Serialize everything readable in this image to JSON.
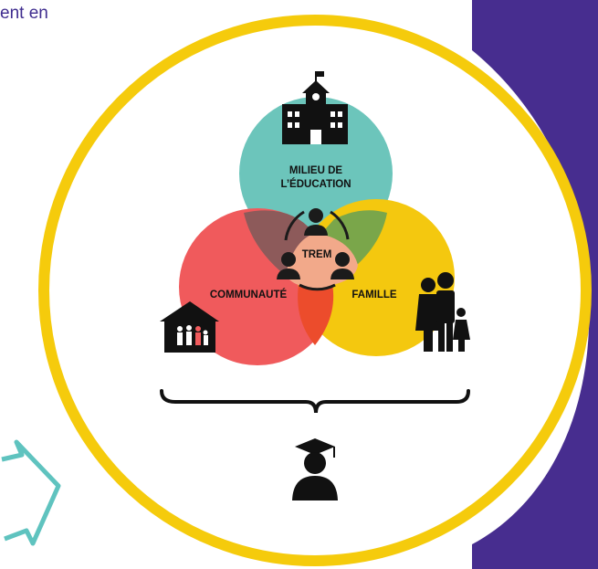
{
  "header": {
    "text": "ent en"
  },
  "diagram": {
    "labels": {
      "education": [
        "MILIEU DE",
        "L’ÉDUCATION"
      ],
      "center": "TREM",
      "community": "COMMUNAUTÉ",
      "family": "FAMILLE"
    },
    "icons": [
      "school-building-icon",
      "community-house-icon",
      "family-icon",
      "team-people-icon",
      "graduate-icon",
      "arrow-icon",
      "curly-brace"
    ]
  },
  "colors": {
    "purple": "#472d8f",
    "ring": "#f5cb0c",
    "teal": "#6cc5bb",
    "red": "#f05a5c",
    "yellow": "#f4c80f",
    "overlap_teal_red": "#8d5a5a",
    "overlap_teal_yellow": "#7aa64a",
    "overlap_red_yellow": "#ec4c2c",
    "center": "#f2a98a",
    "arrow": "#5fc3bf",
    "ink": "#1b1b1b"
  }
}
